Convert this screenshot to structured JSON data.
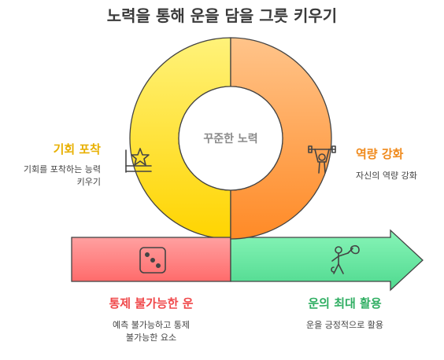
{
  "title": "노력을 통해 운을 담을 그릇 키우기",
  "center_label": "꾸준한 노력",
  "sections": {
    "opportunity": {
      "title": "기회 포착",
      "desc_lines": [
        "기회를 포착하는 능력",
        "키우기"
      ],
      "color": "#e8b000",
      "icon": "star-flag-icon"
    },
    "capability": {
      "title": "역량 강화",
      "desc_lines": [
        "자신의 역량 강화"
      ],
      "color": "#f08a1c",
      "icon": "weightlifter-icon"
    },
    "luck_control": {
      "title": "통제 불가능한 운",
      "desc_lines": [
        "예측 불가능하고 통제",
        "불가능한 요소"
      ],
      "color": "#f0494b",
      "icon": "dice-icon"
    },
    "luck_use": {
      "title": "운의 최대 활용",
      "desc_lines": [
        "운을 긍정적으로 활용"
      ],
      "color": "#2fae62",
      "icon": "person-with-bag-icon"
    }
  }
}
